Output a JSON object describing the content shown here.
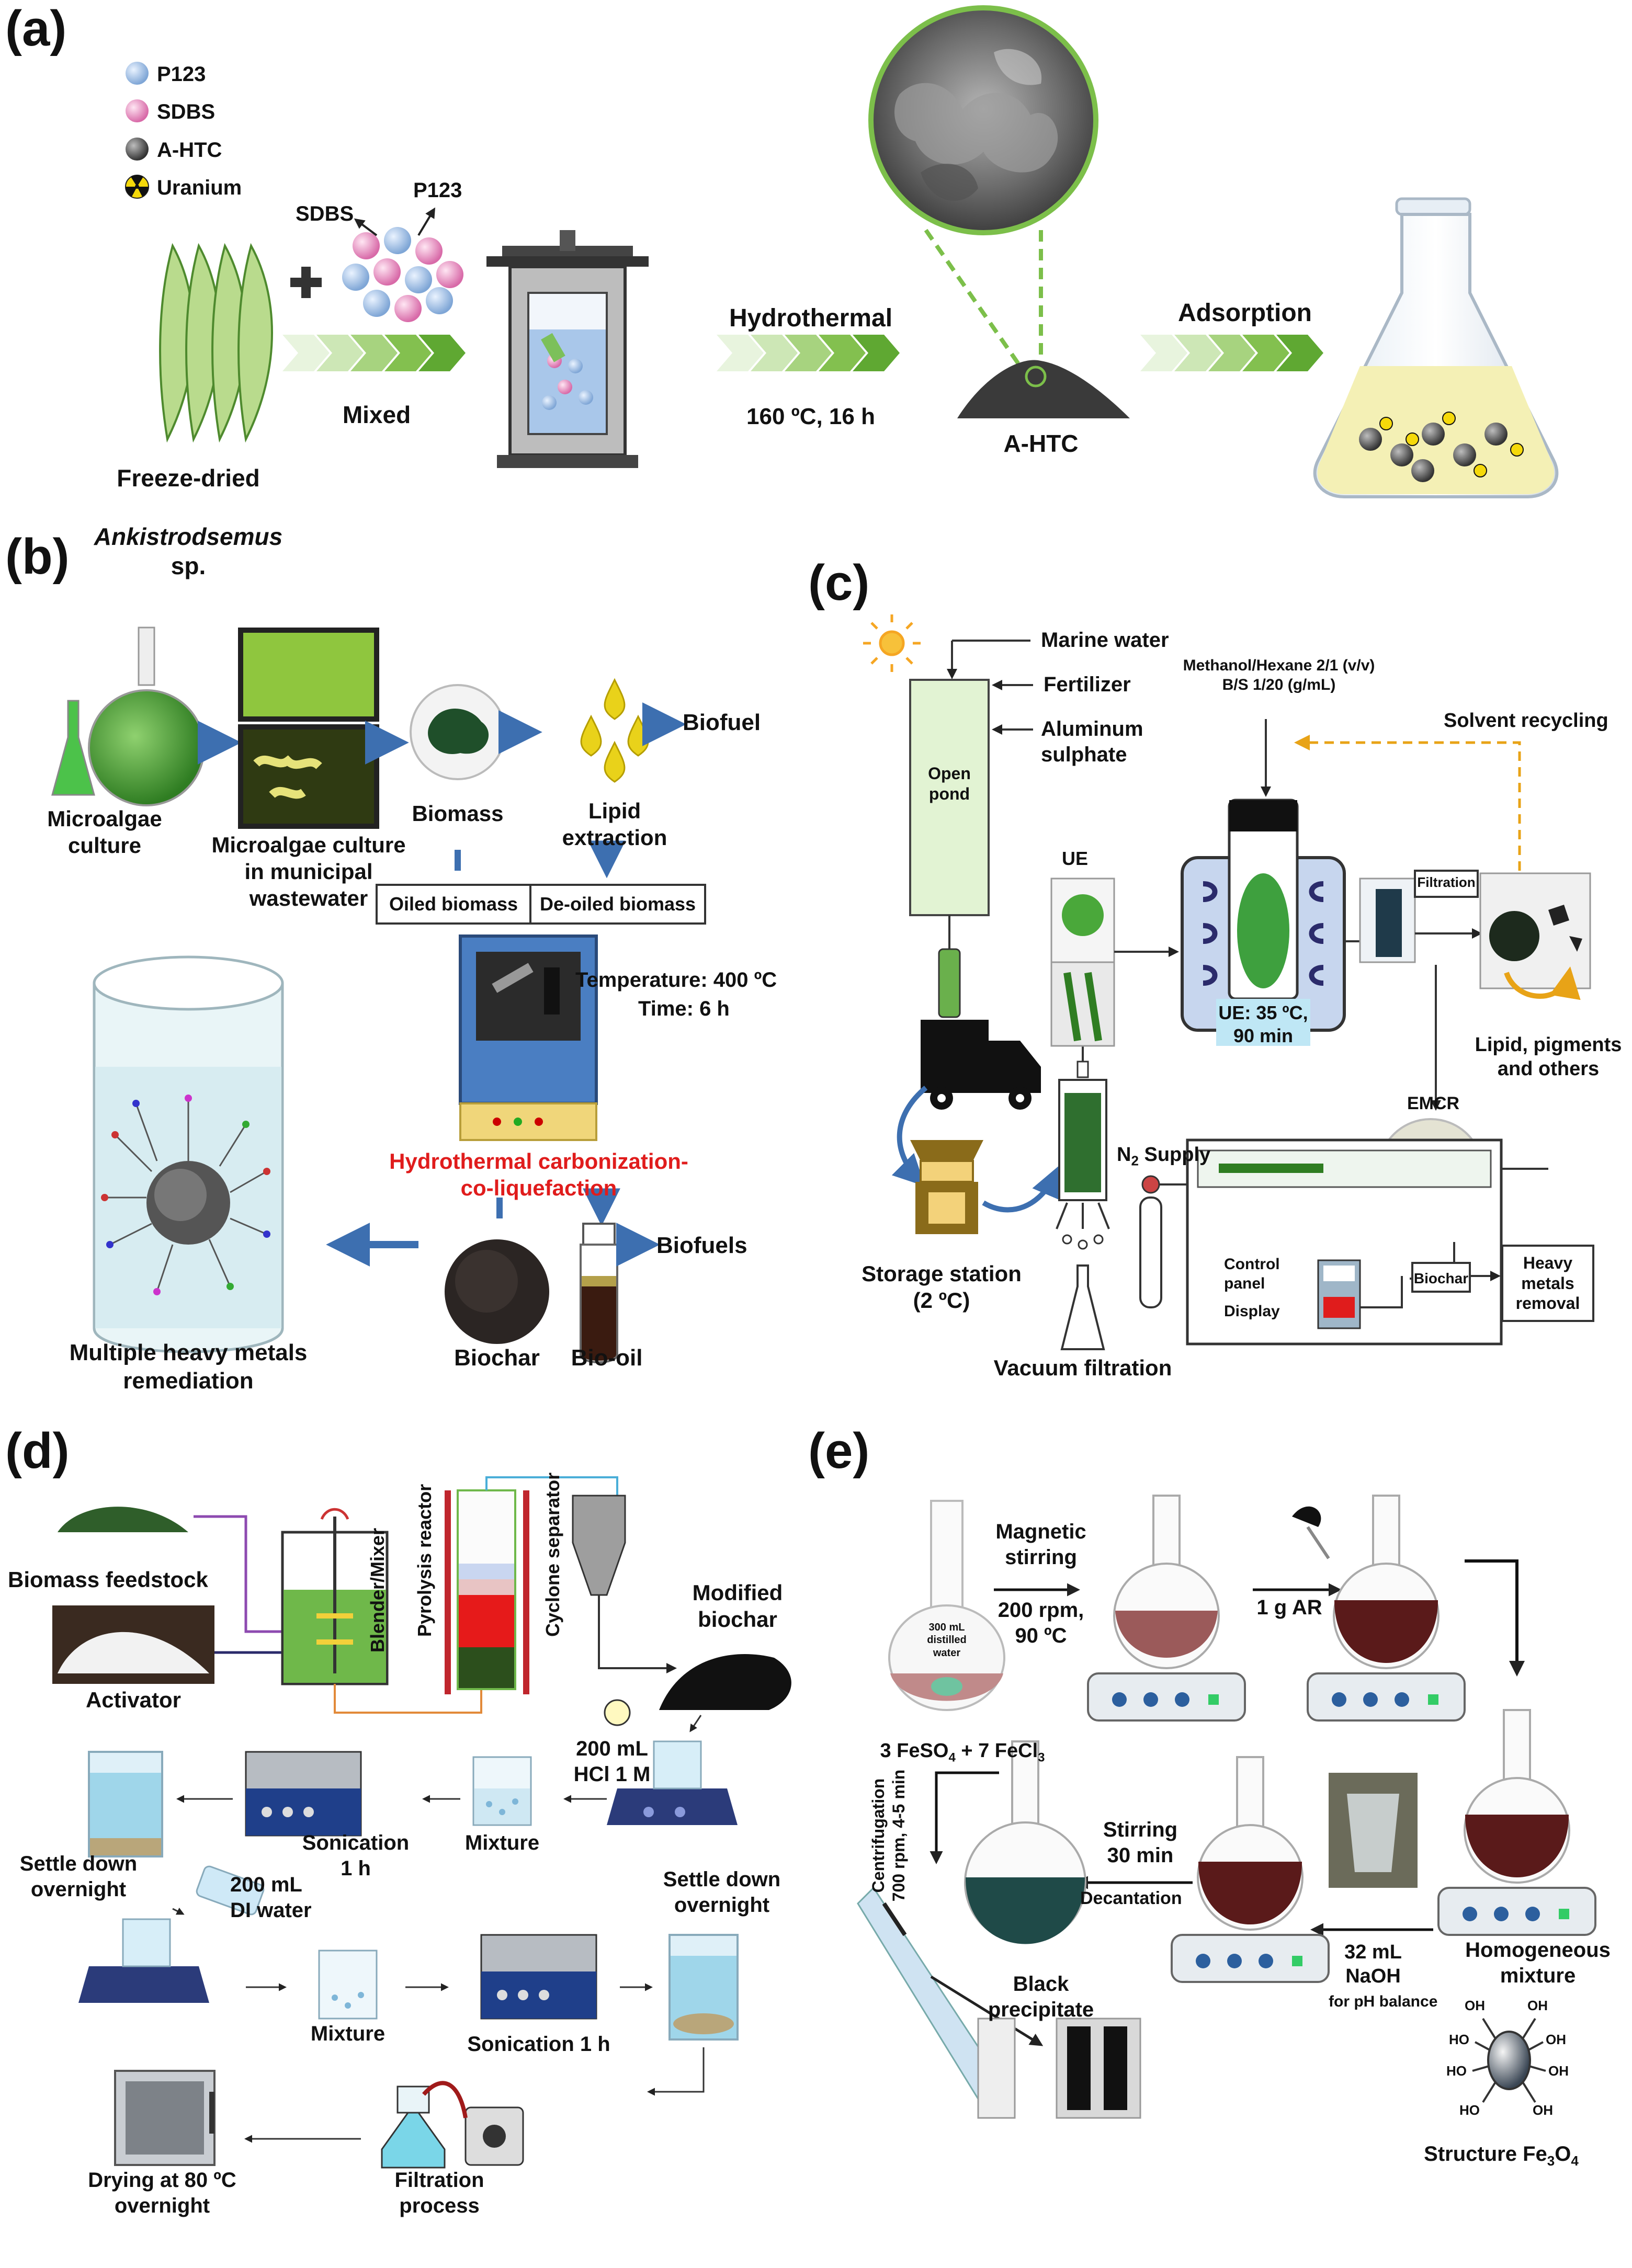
{
  "panels": {
    "a": "(a)",
    "b": "(b)",
    "c": "(c)",
    "d": "(d)",
    "e": "(e)"
  },
  "a": {
    "legend": [
      "P123",
      "SDBS",
      "A-HTC",
      "Uranium"
    ],
    "sdbs_label": "SDBS",
    "p123_label": "P123",
    "source": "Freeze-dried",
    "source_species": "Ankistrodsemus",
    "source_suffix": " sp.",
    "mixed": "Mixed",
    "hydrothermal": "Hydrothermal",
    "conditions": "160 ºC, 16 h",
    "product": "A-HTC",
    "adsorption": "Adsorption"
  },
  "b": {
    "culture": "Microalgae\nculture",
    "wastewater": "Microalgae culture\nin municipal\nwastewater",
    "biomass": "Biomass",
    "lipid": "Lipid\nextraction",
    "biofuel": "Biofuel",
    "oiled": "Oiled biomass",
    "deoiled": "De-oiled biomass",
    "temperature": "Temperature: 400 ºC",
    "time": "Time: 6 h",
    "process": "Hydrothermal carbonization-\nco-liquefaction",
    "biochar": "Biochar",
    "biooil": "Bio-oil",
    "biofuels": "Biofuels",
    "remediation": "Multiple heavy metals\nremediation"
  },
  "c": {
    "marine": "Marine water",
    "fertilizer": "Fertilizer",
    "aluminum": "Aluminum\nsulphate",
    "pond": "Open\npond",
    "solvent": "Methanol/Hexane 2/1 (v/v)\nB/S 1/20 (g/mL)",
    "recycling": "Solvent recycling",
    "ue": "UE",
    "ue_cond": "UE: 35 ºC,\n90 min",
    "filtration": "Filtration",
    "lipid": "Lipid, pigments\nand others",
    "emcr": "EMCR",
    "n2": "N",
    "n2_sub": "2",
    "n2_suffix": " Supply",
    "control": "Control\npanel",
    "display": "Display",
    "biochar": "Biochar",
    "heavy": "Heavy\nmetals\nremoval",
    "storage": "Storage station\n(2 ºC)",
    "vacuum": "Vacuum filtration"
  },
  "d": {
    "feedstock": "Biomass feedstock",
    "activator": "Activator",
    "blender": "Blender/Mixer",
    "pyrolysis": "Pyrolysis reactor",
    "cyclone": "Cyclone separator",
    "modified": "Modified\nbiochar",
    "hcl": "200 mL\nHCl 1 M",
    "mixture1": "Mixture",
    "sonication1": "Sonication\n1 h",
    "settle1": "Settle down\novernight",
    "di": "200 mL\nDI water",
    "mixture2": "Mixture",
    "sonication2": "Sonication 1 h",
    "settle2": "Settle down\novernight",
    "drying": "Drying at 80 ºC\novernight",
    "filtration": "Filtration\nprocess"
  },
  "e": {
    "flask_text": "300 mL\ndistilled\nwater",
    "reagents": "3 FeSO",
    "reagents_sub1": "4",
    "reagents_mid": " + 7 FeCl",
    "reagents_sub2": "3",
    "magnetic": "Magnetic\nstirring",
    "rpm": "200 rpm,\n90 ºC",
    "ar": "1 g AR",
    "naoh": "32 mL\nNaOH",
    "ph": "for pH balance",
    "homogeneous": "Homogeneous\nmixture",
    "stirring": "Stirring\n30 min",
    "decantation": "Decantation",
    "centrifugation": "Centrifugation\n700 rpm, 4-5 min",
    "black": "Black\nprecipitate",
    "oh": "OH",
    "ho": "HO",
    "structure": "Structure Fe",
    "structure_sub1": "3",
    "structure_mid": "O",
    "structure_sub2": "4"
  },
  "colors": {
    "arrow_green": "#6ab04c",
    "arrow_blue": "#3d6fb0",
    "process_red": "#e01c1c",
    "algae_green": "#3f9a3a",
    "dark_red": "#6b1e1e"
  }
}
